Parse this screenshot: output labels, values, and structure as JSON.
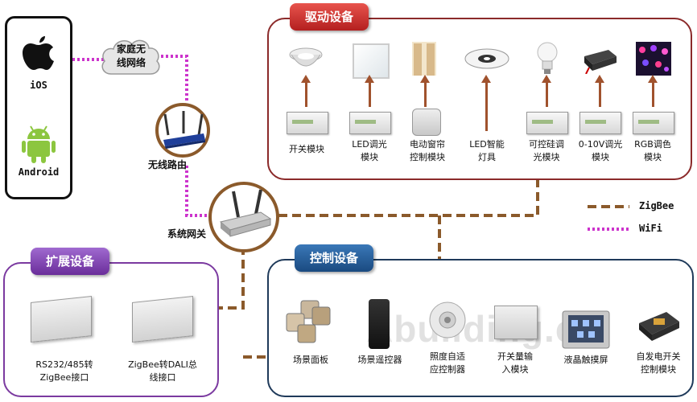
{
  "mobile": {
    "ios_label": "iOS",
    "android_label": "Android"
  },
  "network": {
    "cloud_label": "家庭无\n线网络",
    "router_label": "无线路由",
    "gateway_label": "系统网关"
  },
  "drive": {
    "title": "驱动设备",
    "items": [
      {
        "label": "开关模块"
      },
      {
        "label": "LED调光\n模块"
      },
      {
        "label": "电动窗帘\n控制模块"
      },
      {
        "label": "LED智能\n灯具"
      },
      {
        "label": "可控硅调\n光模块"
      },
      {
        "label": "0-10V调光\n模块"
      },
      {
        "label": "RGB调色\n模块"
      }
    ]
  },
  "legend": {
    "zigbee_label": "ZigBee",
    "wifi_label": "WiFi",
    "zigbee_color": "#8b5a2b",
    "wifi_color": "#cc33cc"
  },
  "ext": {
    "title": "扩展设备",
    "items": [
      {
        "label": "RS232/485转\nZigBee接口"
      },
      {
        "label": "ZigBee转DALI总\n线接口"
      }
    ]
  },
  "ctrl": {
    "title": "控制设备",
    "items": [
      {
        "label": "场景面板"
      },
      {
        "label": "场景遥控器"
      },
      {
        "label": "照度自适\n应控制器"
      },
      {
        "label": "开关量输\n入模块"
      },
      {
        "label": "液晶触摸屏"
      },
      {
        "label": "自发电开关\n控制模块"
      }
    ]
  },
  "watermark": "Abuilding.cn"
}
